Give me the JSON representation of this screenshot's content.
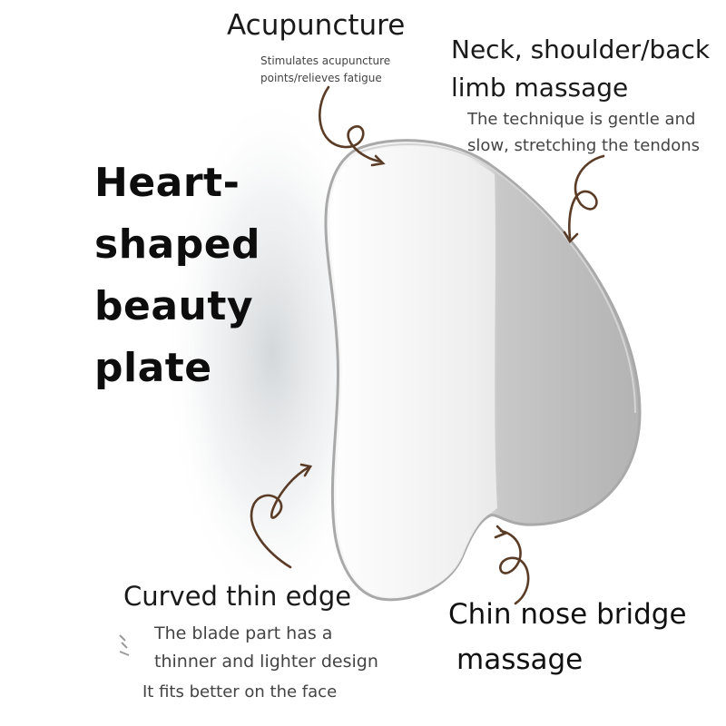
{
  "title": {
    "lines": [
      "Heart-",
      "shaped",
      "beauty",
      "plate"
    ]
  },
  "acupuncture": {
    "heading": "Acupuncture",
    "sub_lines": [
      "Stimulates acupuncture",
      "points/relieves fatigue"
    ]
  },
  "neck": {
    "heading_lines": [
      "Neck, shoulder/back",
      "limb massage"
    ],
    "sub_lines": [
      "The technique is gentle and",
      "slow, stretching the tendons"
    ]
  },
  "curved_edge": {
    "heading": "Curved thin edge",
    "sub_lines": [
      "The blade part has a",
      "thinner and lighter design"
    ],
    "note": "It fits better on the face"
  },
  "chin": {
    "heading_lines": [
      "Chin nose bridge",
      "massage"
    ]
  },
  "colors": {
    "arrow": "#5a3b26",
    "plate_light": "#f4f4f4",
    "plate_shade": "#b9b9b9",
    "text": "#111111",
    "subtext": "#444444"
  },
  "icons": [
    "curly-arrow-icon",
    "gua-sha-plate"
  ]
}
